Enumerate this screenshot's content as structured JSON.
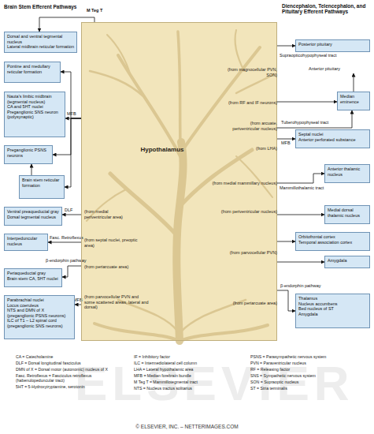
{
  "diagram": {
    "nodes": [
      {
        "text": [
          "Hypothalamus",
          "(from magnocellular PVN, SON)",
          "(from RF and IF neurons)",
          "(from arcuate, periventricular nucleus)",
          "(from LHA)",
          "(from medial mammillary nucleus)",
          "(from periventricular nucleus)",
          "(from parvocellular PVN)",
          "(from periarcuate area)",
          "(from medial periventricular area)",
          "(from septal nuclei, preoptic area)",
          "(from periarcuate area)",
          "(from parvocellular PVN and some scattered areas, lateral and dorsal)"
        ]
      },
      {
        "text": [
          "Dorsal and ventral tegmental nucleus",
          "Lateral midbrain reticular formation"
        ]
      },
      {
        "text": [
          "Pontine and medullary reticular formation"
        ]
      },
      {
        "text": [
          "Nauta's limbic midbrain (tegmental nucleus)",
          "CA and 5HT nuclei",
          "Preganglionic SNS neuron (polysynaptic)"
        ]
      },
      {
        "text": [
          "Preganglionic PSNS neurons"
        ]
      },
      {
        "text": [
          "Brain stem reticular formation"
        ]
      },
      {
        "text": [
          "Ventral preaqueductal gray",
          "Dorsal tegmental nucleus"
        ]
      },
      {
        "text": [
          "Interpeduncular nucleus"
        ]
      },
      {
        "text": [
          "Periaqueductal gray",
          "Brain stem CA, 5HT nuclei"
        ]
      },
      {
        "text": [
          "Parabrachial nuclei",
          "Locus coeruleus",
          "NTS and DMN of X (preganglionic PSNS neurons)",
          "ILC of T1 – L2 spinal cord (preganglionic SNS neurons)"
        ]
      },
      {
        "text": [
          "Posterior pituitary"
        ]
      },
      {
        "text": [
          "Median eminence"
        ]
      },
      {
        "text": [
          "Septal nuclei",
          "Anterior perforated substance"
        ]
      },
      {
        "text": [
          "Anterior thalamic nucleus"
        ]
      },
      {
        "text": [
          "Medial dorsal thalamic nucleus"
        ]
      },
      {
        "text": [
          "Orbitofrontal cortex",
          "Temporal association cortex"
        ]
      },
      {
        "text": [
          "Amygdala"
        ]
      },
      {
        "text": [
          "Thalamus",
          "Nucleus accumbens",
          "Bed nucleus of ST",
          "Amygdala"
        ]
      }
    ],
    "edges": [
      {
        "from": 0,
        "to": 1,
        "arrow": "to",
        "label": "M Teg T"
      },
      {
        "from": 0,
        "to": 2,
        "arrow": "to"
      },
      {
        "from": 0,
        "to": 3,
        "arrow": "to",
        "label": "MFB"
      },
      {
        "from": 0,
        "to": 4,
        "arrow": "to"
      },
      {
        "from": 0,
        "to": 5,
        "arrow": "to"
      },
      {
        "from": 5,
        "to": 4,
        "arrow": "to"
      },
      {
        "from": 0,
        "to": 6,
        "arrow": "to",
        "label": "DLF"
      },
      {
        "from": 0,
        "to": 7,
        "arrow": "to",
        "label": "Fasc. Retroflexus"
      },
      {
        "from": 0,
        "to": 8,
        "arrow": "to",
        "label": "β-endorphin pathway"
      },
      {
        "from": 0,
        "to": 9,
        "arrow": "to",
        "label": "MFB"
      },
      {
        "from": 0,
        "to": 10,
        "arrow": "to",
        "label": "Supraopticohypophyseal tract"
      },
      {
        "from": 0,
        "to": 11,
        "arrow": "to"
      },
      {
        "from": 0,
        "to": 11,
        "arrow": "to",
        "label": "Tuberohypophyseal tract"
      },
      {
        "from": 0,
        "to": 12,
        "arrow": "to",
        "label": "MFB"
      },
      {
        "from": 0,
        "to": 13,
        "arrow": "to",
        "label": "Mammillothalamic tract"
      },
      {
        "from": 0,
        "to": 14,
        "arrow": "to"
      },
      {
        "from": 0,
        "to": 15,
        "arrow": "to"
      },
      {
        "from": 0,
        "to": 16,
        "arrow": "to"
      },
      {
        "from": 0,
        "to": 17,
        "arrow": "to",
        "label": "β-endorphin pathway"
      }
    ],
    "labels": [
      "Brain Stem Efferent Pathways",
      "Diencephalon, Telencephalon, and Pituitary Efferent Pathways",
      "Anterior pituitary",
      "ELSEVIER",
      "© ELSEVIER, INC. – NETTERIMAGES.COM"
    ],
    "legend": [
      {
        "text": "CA = Catecholamine"
      },
      {
        "text": "DLF = Dorsal longitudinal fasciculus"
      },
      {
        "text": "DMN of X = Dorsal motor (autonomic) nucleus of X"
      },
      {
        "text": "Fasc. Retroflexus = Fasciculus retroflexus (habenulopeduncular tract)"
      },
      {
        "text": "5HT = 5-Hydroxytryptamine, serotonin"
      },
      {
        "text": "IF = Inhibitory factor"
      },
      {
        "text": "ILC = Intermediolateral cell column"
      },
      {
        "text": "LHA = Lateral hypothalamic area"
      },
      {
        "text": "MFB = Median forebrain bundle"
      },
      {
        "text": "M Teg T = Mammillotegmental tract"
      },
      {
        "text": "NTS = Nucleus tractus solitarius"
      },
      {
        "text": "PSNS = Parasympathetic nervous system"
      },
      {
        "text": "PVN = Paraventricular nucleus"
      },
      {
        "text": "RF = Releasing factor"
      },
      {
        "text": "SNS = Sympathetic nervous system"
      },
      {
        "text": "SON = Supraoptic nucleus"
      },
      {
        "text": "ST = Stria terminalis"
      }
    ]
  }
}
